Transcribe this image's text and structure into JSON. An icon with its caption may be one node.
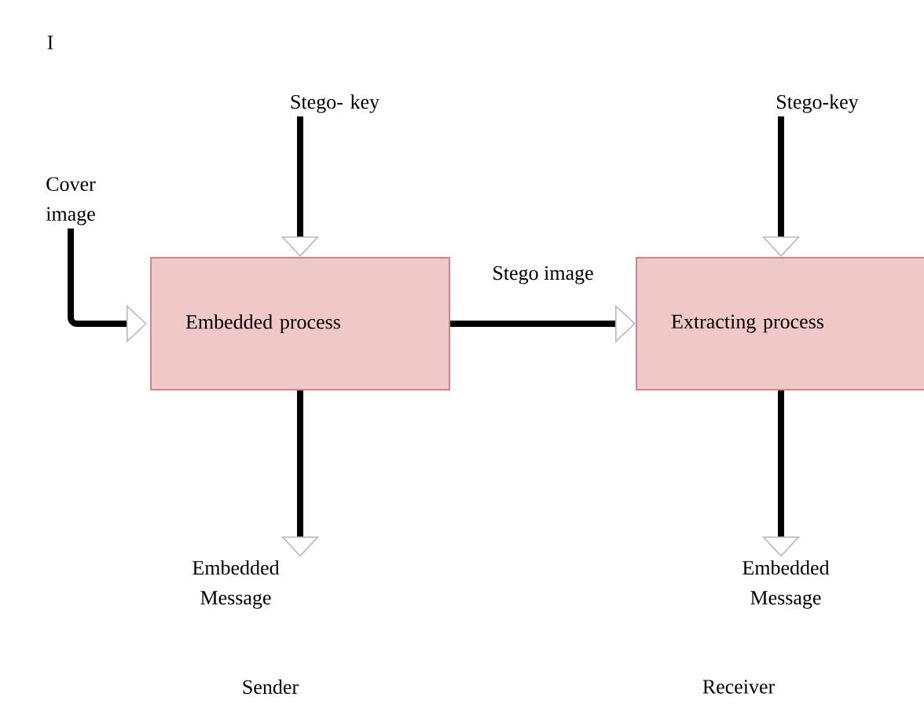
{
  "diagram": {
    "nodes": [
      {
        "text": [
          "Cover image"
        ]
      },
      {
        "text": [
          "Stego- key"
        ]
      },
      {
        "text": [
          "Embedded process"
        ]
      },
      {
        "text": [
          "Embedded Message"
        ]
      },
      {
        "text": [
          "Stego-key"
        ]
      },
      {
        "text": [
          "Extracting process"
        ]
      },
      {
        "text": [
          "Embedded Message"
        ]
      }
    ],
    "edges": [
      {
        "from": 0,
        "to": 2,
        "arrow": "to"
      },
      {
        "from": 1,
        "to": 2,
        "arrow": "to"
      },
      {
        "from": 2,
        "to": 3,
        "arrow": "to"
      },
      {
        "from": 2,
        "to": 5,
        "arrow": "to",
        "label": "Stego image"
      },
      {
        "from": 4,
        "to": 5,
        "arrow": "to"
      },
      {
        "from": 5,
        "to": 6,
        "arrow": "to"
      }
    ],
    "labels": [
      "I",
      "Sender",
      "Receiver"
    ]
  }
}
